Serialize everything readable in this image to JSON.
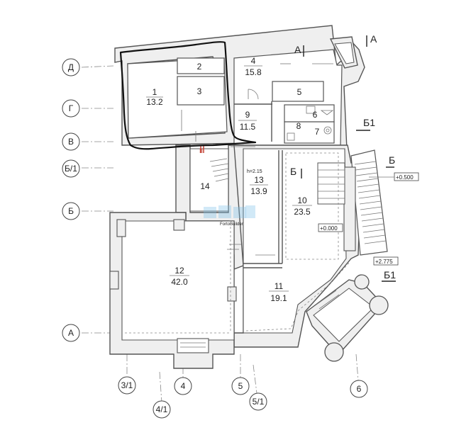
{
  "rows": [
    {
      "id": "d",
      "label": "Д"
    },
    {
      "id": "g",
      "label": "Г"
    },
    {
      "id": "v",
      "label": "В"
    },
    {
      "id": "b1",
      "label": "Б/1"
    },
    {
      "id": "b",
      "label": "Б"
    },
    {
      "id": "a",
      "label": "А"
    }
  ],
  "columns": [
    {
      "id": "c31",
      "label": "3/1"
    },
    {
      "id": "c41",
      "label": "4/1"
    },
    {
      "id": "c4",
      "label": "4"
    },
    {
      "id": "c5",
      "label": "5"
    },
    {
      "id": "c51",
      "label": "5/1"
    },
    {
      "id": "c6",
      "label": "6"
    }
  ],
  "rooms": [
    {
      "id": "r1",
      "number": "1",
      "area": "13.2"
    },
    {
      "id": "r2",
      "number": "2",
      "area": ""
    },
    {
      "id": "r3",
      "number": "3",
      "area": ""
    },
    {
      "id": "r4",
      "number": "4",
      "area": "15.8"
    },
    {
      "id": "r5",
      "number": "5",
      "area": ""
    },
    {
      "id": "r6",
      "number": "6",
      "area": ""
    },
    {
      "id": "r7",
      "number": "7",
      "area": ""
    },
    {
      "id": "r8",
      "number": "8",
      "area": ""
    },
    {
      "id": "r9",
      "number": "9",
      "area": "11.5"
    },
    {
      "id": "r10",
      "number": "10",
      "area": "23.5"
    },
    {
      "id": "r11",
      "number": "11",
      "area": "19.1"
    },
    {
      "id": "r12",
      "number": "12",
      "area": "42.0"
    },
    {
      "id": "r13",
      "number": "13",
      "area": "13.9"
    },
    {
      "id": "r14",
      "number": "14",
      "area": ""
    }
  ],
  "section_marks": {
    "a": "А",
    "b": "Б",
    "b1": "Б1"
  },
  "levels": {
    "l500": "+0.500",
    "l000": "+0.000",
    "l2775": "+2.775"
  },
  "height_note": "h=2.15",
  "wall_mark": "II",
  "watermark": "FortoBuilder"
}
